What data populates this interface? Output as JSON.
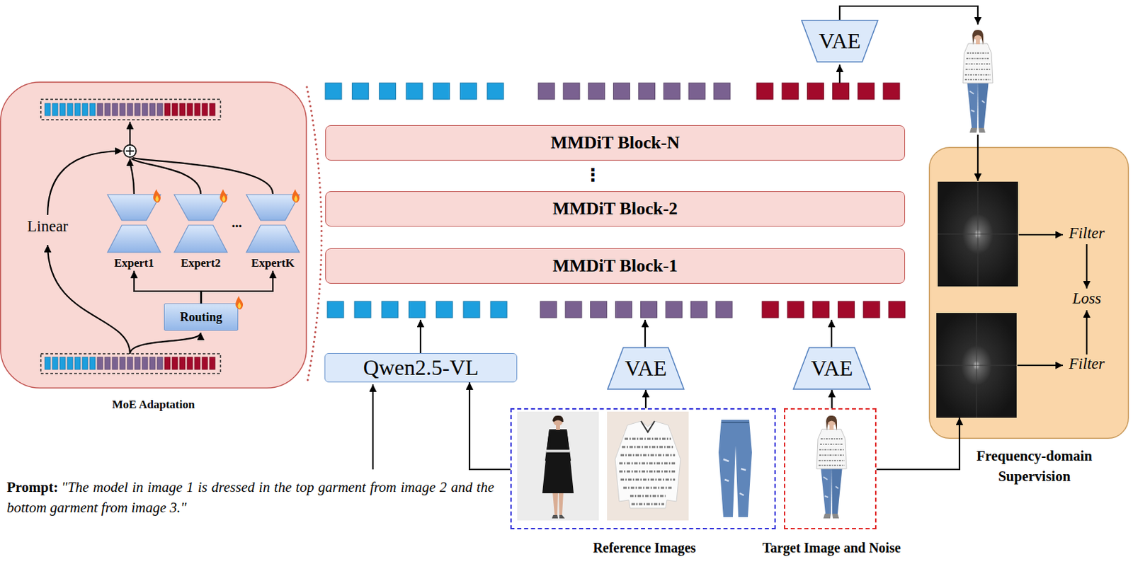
{
  "diagram": {
    "nodes": [
      {
        "text": [
          "MoE Adaptation"
        ]
      },
      {
        "text": [
          "Expert1"
        ],
        "in": 0
      },
      {
        "text": [
          "Expert2"
        ],
        "in": 0
      },
      {
        "text": [
          "ExpertK"
        ],
        "in": 0
      },
      {
        "text": [
          "Routing"
        ],
        "in": 0
      },
      {
        "text": [
          "VAE"
        ]
      },
      {
        "text": [
          "MMDiT Block-N"
        ]
      },
      {
        "text": [
          "MMDiT Block-2"
        ]
      },
      {
        "text": [
          "MMDiT Block-1"
        ]
      },
      {
        "text": [
          "Qwen2.5-VL"
        ]
      },
      {
        "text": [
          "VAE"
        ]
      },
      {
        "text": [
          "VAE"
        ]
      },
      {
        "text": [
          "Frequency-domain Supervision"
        ]
      },
      {
        "text": [
          "Reference Images"
        ]
      },
      {
        "text": [
          "Target Image and Noise"
        ]
      }
    ],
    "edges": [
      {
        "from": 4,
        "to": 1,
        "arrow": "to"
      },
      {
        "from": 4,
        "to": 3,
        "arrow": "to"
      },
      {
        "from": 13,
        "to": 10,
        "arrow": "to"
      },
      {
        "from": 13,
        "to": 9,
        "arrow": "to"
      },
      {
        "from": 14,
        "to": 11,
        "arrow": "to"
      },
      {
        "from": 14,
        "to": 12,
        "arrow": "to"
      }
    ],
    "labels": [
      "Linear",
      "...",
      "⋮",
      "Filter",
      "Loss",
      "Filter",
      "Prompt:",
      "\"The model in image 1 is dressed in the top garment from image 2 and the bottom garment from image 3.\""
    ]
  }
}
